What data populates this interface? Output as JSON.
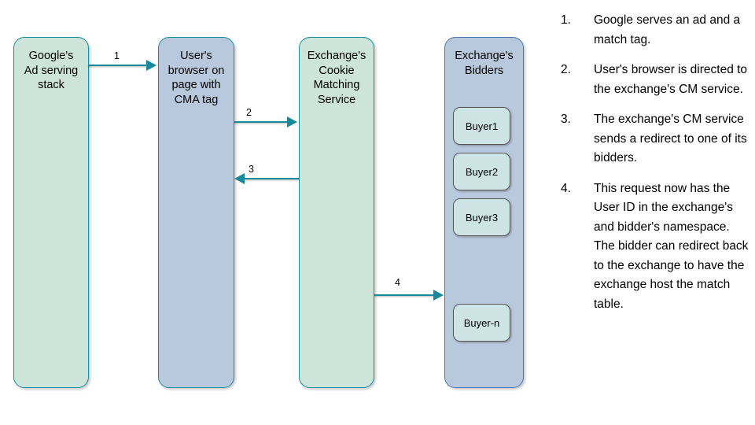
{
  "diagram": {
    "lanes": [
      {
        "id": "google",
        "label": "Google's\nAd serving\nstack",
        "fill": "#cde4da",
        "border": "#1a8f9e"
      },
      {
        "id": "browser",
        "label": "User's\nbrowser on\npage with\nCMA tag",
        "fill": "#b9c9dd",
        "border": "#1a8f9e"
      },
      {
        "id": "cms",
        "label": "Exchange's\nCookie\nMatching\nService",
        "fill": "#cde4da",
        "border": "#1a8f9e"
      },
      {
        "id": "bidders",
        "label": "Exchange's\nBidders",
        "fill": "#b9c9dd",
        "border": "#4a77b4"
      }
    ],
    "buyers": [
      {
        "id": "buyer-1",
        "label": "Buyer1"
      },
      {
        "id": "buyer-2",
        "label": "Buyer2"
      },
      {
        "id": "buyer-3",
        "label": "Buyer3"
      },
      {
        "id": "buyer-n",
        "label": "Buyer-n"
      }
    ],
    "arrows": [
      {
        "id": "arrow-1",
        "label": "1",
        "from": "google",
        "to": "cms",
        "direction": "right"
      },
      {
        "id": "arrow-2",
        "label": "2",
        "from": "browser",
        "to": "cms",
        "direction": "right"
      },
      {
        "id": "arrow-3",
        "label": "3",
        "from": "cms",
        "to": "browser",
        "direction": "left"
      },
      {
        "id": "arrow-4",
        "label": "4",
        "from": "cms",
        "to": "bidders",
        "direction": "right"
      }
    ],
    "arrow_color": "#17899b"
  },
  "steps": [
    {
      "number": "1.",
      "text": "Google serves an ad and a match tag."
    },
    {
      "number": "2.",
      "text": "User's browser is directed to the exchange's CM service."
    },
    {
      "number": "3.",
      "text": "The exchange's CM service sends a redirect to one of its bidders."
    },
    {
      "number": "4.",
      "text": "This request now has the User ID in the exchange's and bidder's namespace. The bidder can redirect back to the exchange to have the exchange host the match table."
    }
  ]
}
